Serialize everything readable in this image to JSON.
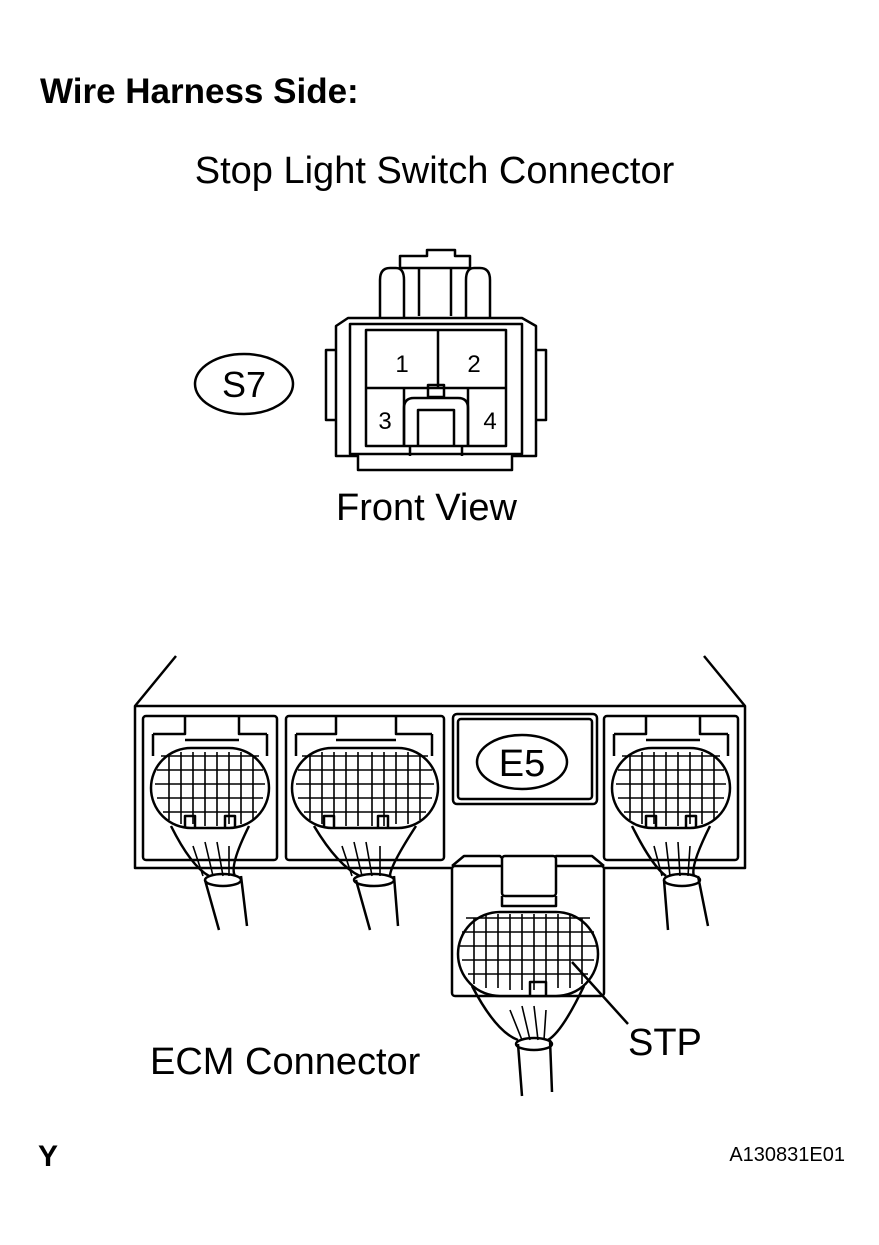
{
  "heading": "Wire Harness Side:",
  "stop_light_connector": {
    "title": "Stop Light Switch Connector",
    "code": "S7",
    "view_label": "Front View",
    "pins": [
      "1",
      "2",
      "3",
      "4"
    ]
  },
  "ecm_connector": {
    "label": "ECM Connector",
    "code": "E5",
    "pin_callout": "STP"
  },
  "orientation_mark": "Y",
  "figure_id": "A130831E01"
}
